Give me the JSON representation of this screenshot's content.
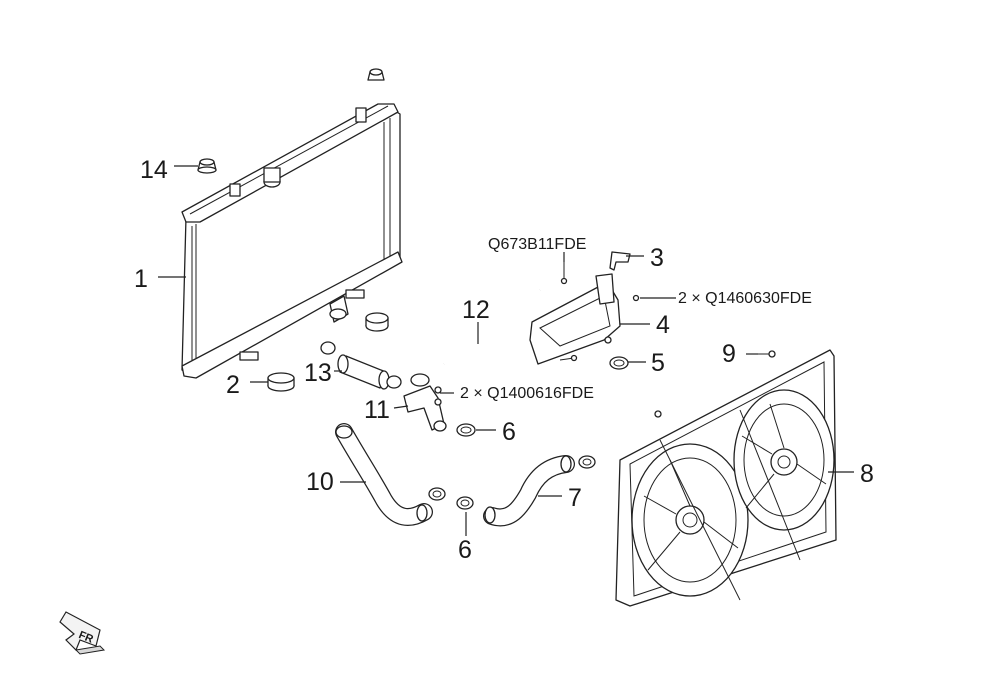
{
  "callouts": {
    "c1": "1",
    "c2": "2",
    "c3": "3",
    "c4": "4",
    "c5": "5",
    "c6a": "6",
    "c6b": "6",
    "c7": "7",
    "c8": "8",
    "c9": "9",
    "c10": "10",
    "c11": "11",
    "c12": "12",
    "c13": "13",
    "c14": "14"
  },
  "part_numbers": {
    "clip": "Q673B11FDE",
    "bolt_reservoir": "2 × Q1460630FDE",
    "bolt_outlet": "2 × Q1400616FDE"
  },
  "direction_arrow": {
    "label": "FR"
  }
}
